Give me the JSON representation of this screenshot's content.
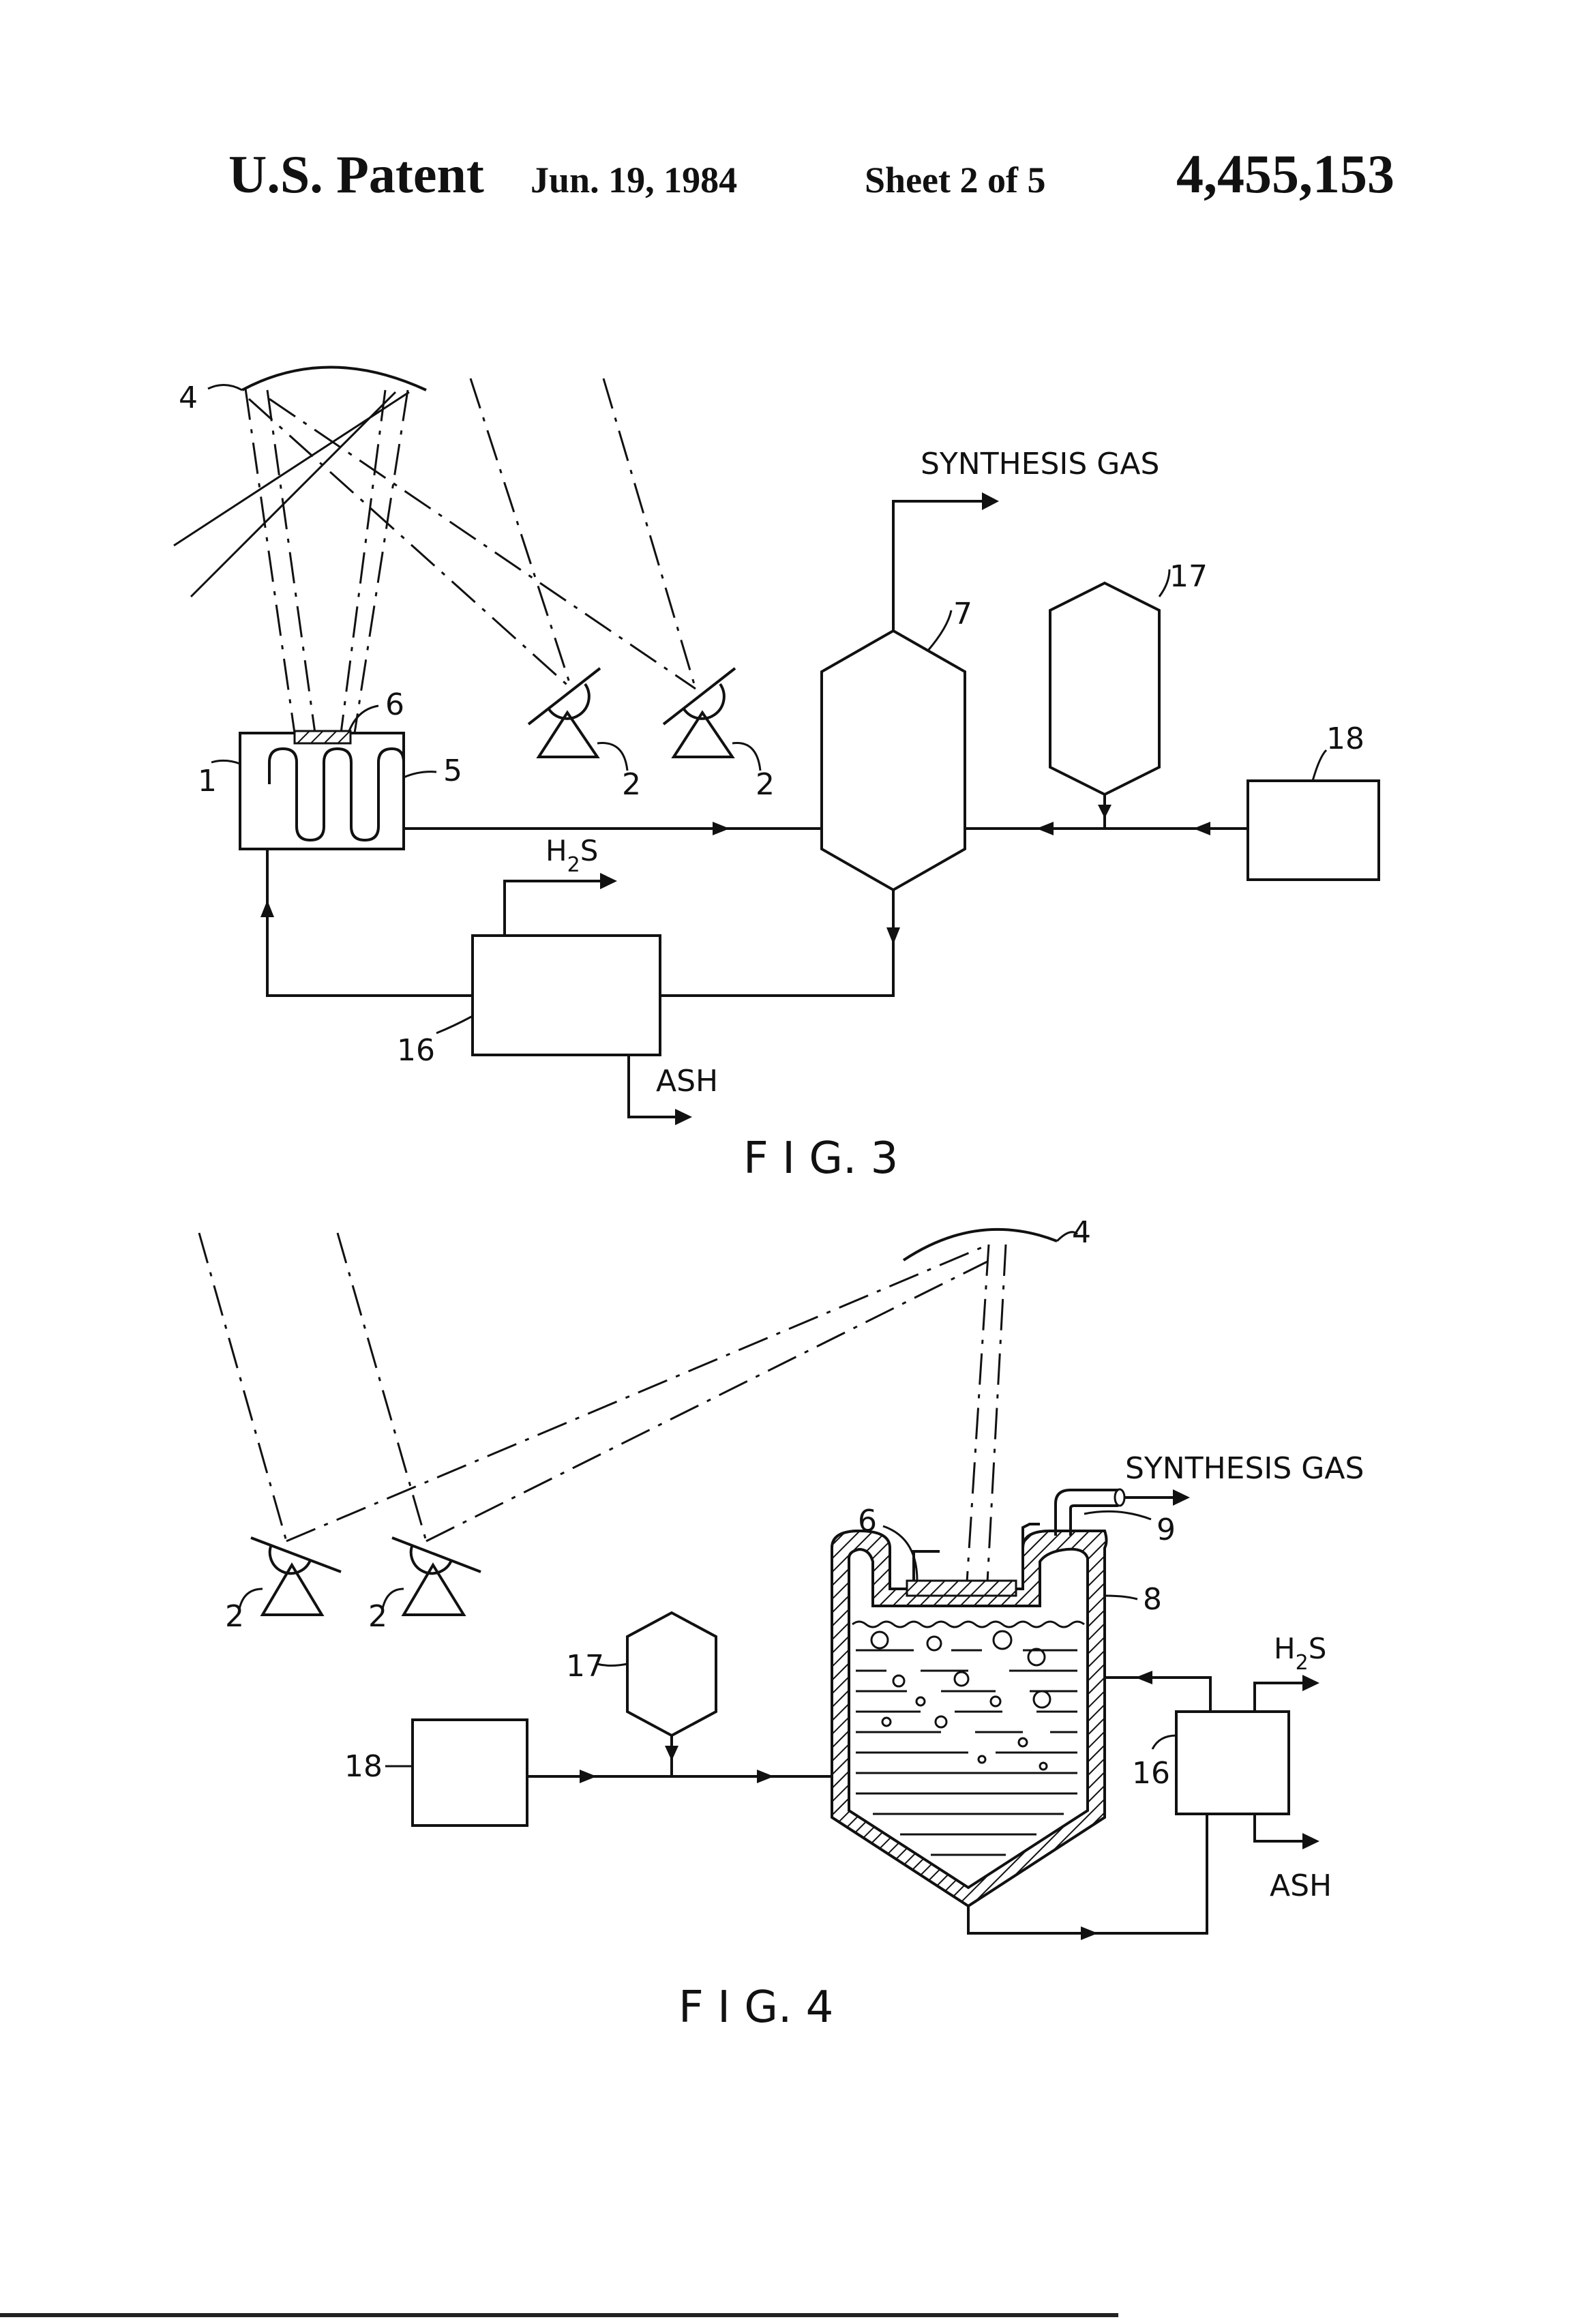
{
  "header": {
    "patent": "U.S. Patent",
    "date": "Jun. 19, 1984",
    "sheet": "Sheet 2 of 5",
    "number": "4,455,153"
  },
  "fig3": {
    "caption": "F I G. 3",
    "synthesis_gas": "SYNTHESIS GAS",
    "h2s_main": "H",
    "h2s_sub": "2",
    "h2s_s": "S",
    "ash": "ASH",
    "refs": {
      "r1": "1",
      "r2a": "2",
      "r2b": "2",
      "r4": "4",
      "r5": "5",
      "r6": "6",
      "r7": "7",
      "r16": "16",
      "r17": "17",
      "r18": "18"
    }
  },
  "fig4": {
    "caption": "F I G. 4",
    "synthesis_gas": "SYNTHESIS GAS",
    "h2s_main": "H",
    "h2s_sub": "2",
    "h2s_s": "S",
    "ash": "ASH",
    "refs": {
      "r2a": "2",
      "r2b": "2",
      "r4": "4",
      "r6": "6",
      "r8": "8",
      "r9": "9",
      "r16": "16",
      "r17": "17",
      "r18": "18"
    }
  }
}
